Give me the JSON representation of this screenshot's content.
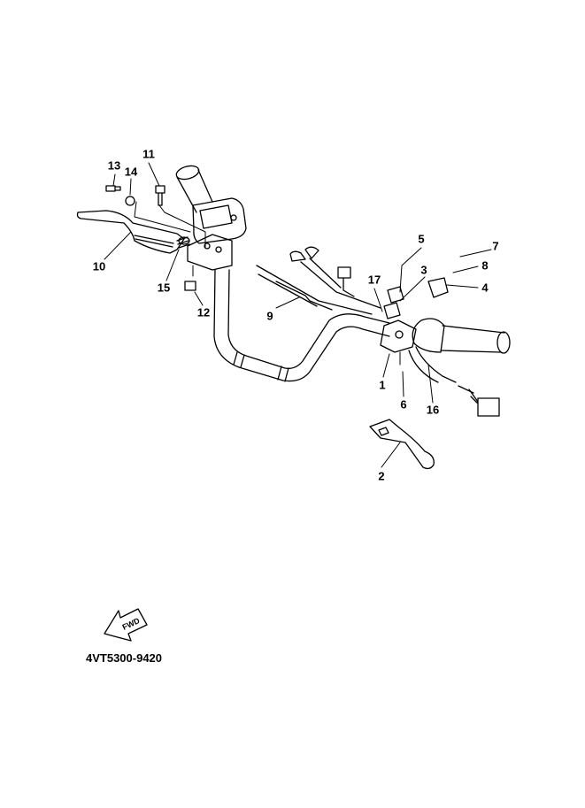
{
  "diagram": {
    "part_labels": [
      "1",
      "2",
      "3",
      "4",
      "5",
      "6",
      "7",
      "8",
      "9",
      "10",
      "11",
      "12",
      "13",
      "14",
      "15",
      "16",
      "17"
    ],
    "fwd_text": "FWD",
    "drawing_code": "4VT5300-9420"
  }
}
